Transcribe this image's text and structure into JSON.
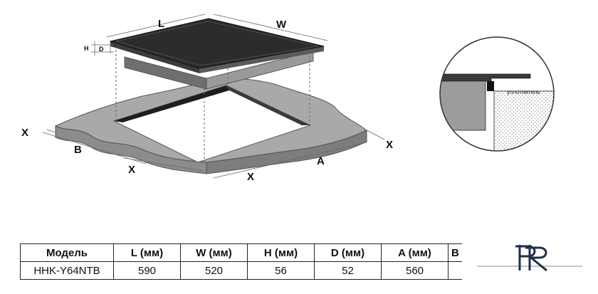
{
  "diagram": {
    "labels": {
      "length": "L",
      "width": "W",
      "height": "H",
      "depth": "D",
      "clearance_left": "X",
      "clearance_front": "X",
      "clearance_front_right": "X",
      "clearance_right": "X",
      "cutout_depth": "B",
      "cutout_width": "A"
    },
    "detail": {
      "seal_label": "уплотнитель"
    }
  },
  "table": {
    "headers": [
      "Модель",
      "L (мм)",
      "W (мм)",
      "H (мм)",
      "D (мм)",
      "A (мм)",
      "B"
    ],
    "rows": [
      [
        "HHK-Y64NTB",
        "590",
        "520",
        "56",
        "52",
        "560",
        ""
      ]
    ]
  },
  "logo": {
    "mark": "HR"
  }
}
